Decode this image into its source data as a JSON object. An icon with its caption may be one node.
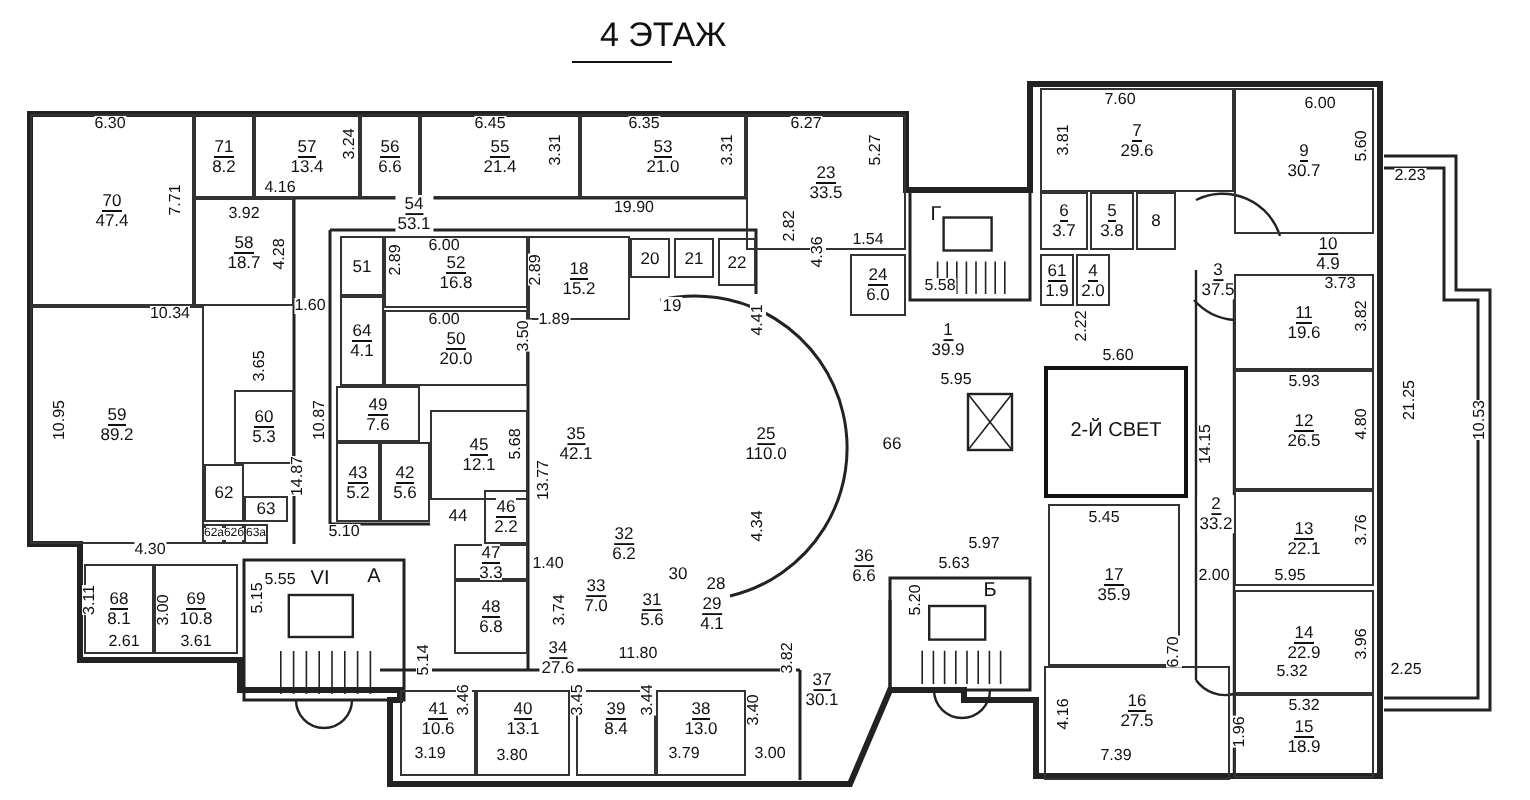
{
  "diagram": {
    "title": "4 ЭТАЖ",
    "nodes": [
      {
        "text": [
          "70",
          "47.4"
        ]
      },
      {
        "text": [
          "71",
          "8.2"
        ]
      },
      {
        "text": [
          "57",
          "13.4"
        ]
      },
      {
        "text": [
          "56",
          "6.6"
        ]
      },
      {
        "text": [
          "55",
          "21.4"
        ]
      },
      {
        "text": [
          "53",
          "21.0"
        ]
      },
      {
        "text": [
          "23",
          "33.5"
        ]
      },
      {
        "text": [
          "7",
          "29.6"
        ]
      },
      {
        "text": [
          "9",
          "30.7"
        ]
      },
      {
        "text": [
          "58",
          "18.7"
        ]
      },
      {
        "text": [
          "54",
          "53.1"
        ]
      },
      {
        "text": [
          "51"
        ]
      },
      {
        "text": [
          "52",
          "16.8"
        ]
      },
      {
        "text": [
          "18",
          "15.2"
        ]
      },
      {
        "text": [
          "20"
        ]
      },
      {
        "text": [
          "21"
        ]
      },
      {
        "text": [
          "22"
        ]
      },
      {
        "text": [
          "19"
        ]
      },
      {
        "text": [
          "24",
          "6.0"
        ]
      },
      {
        "text": [
          "6",
          "3.7"
        ]
      },
      {
        "text": [
          "5",
          "3.8"
        ]
      },
      {
        "text": [
          "8"
        ]
      },
      {
        "text": [
          "61",
          "1.9"
        ]
      },
      {
        "text": [
          "4",
          "2.0"
        ]
      },
      {
        "text": [
          "3",
          "37.5"
        ]
      },
      {
        "text": [
          "10",
          "4.9"
        ]
      },
      {
        "text": [
          "64",
          "4.1"
        ]
      },
      {
        "text": [
          "50",
          "20.0"
        ]
      },
      {
        "text": [
          "11",
          "19.6"
        ]
      },
      {
        "text": [
          "1",
          "39.9"
        ]
      },
      {
        "text": [
          "2-Й СВЕТ"
        ]
      },
      {
        "text": [
          "59",
          "89.2"
        ]
      },
      {
        "text": [
          "60",
          "5.3"
        ]
      },
      {
        "text": [
          "49",
          "7.6"
        ]
      },
      {
        "text": [
          "45",
          "12.1"
        ]
      },
      {
        "text": [
          "35",
          "42.1"
        ]
      },
      {
        "text": [
          "25",
          "110.0"
        ]
      },
      {
        "text": [
          "66"
        ]
      },
      {
        "text": [
          "12",
          "26.5"
        ]
      },
      {
        "text": [
          "43",
          "5.2"
        ]
      },
      {
        "text": [
          "42",
          "5.6"
        ]
      },
      {
        "text": [
          "62"
        ]
      },
      {
        "text": [
          "44"
        ]
      },
      {
        "text": [
          "46",
          "2.2"
        ]
      },
      {
        "text": [
          "2",
          "33.2"
        ]
      },
      {
        "text": [
          "63"
        ]
      },
      {
        "text": [
          "13",
          "22.1"
        ]
      },
      {
        "text": [
          "62а"
        ]
      },
      {
        "text": [
          "62б"
        ]
      },
      {
        "text": [
          "63а"
        ]
      },
      {
        "text": [
          "47",
          "3.3"
        ]
      },
      {
        "text": [
          "32",
          "6.2"
        ]
      },
      {
        "text": [
          "17",
          "35.9"
        ]
      },
      {
        "text": [
          "30"
        ]
      },
      {
        "text": [
          "28"
        ]
      },
      {
        "text": [
          "36",
          "6.6"
        ]
      },
      {
        "text": [
          "68",
          "8.1"
        ]
      },
      {
        "text": [
          "69",
          "10.8"
        ]
      },
      {
        "text": [
          "48",
          "6.8"
        ]
      },
      {
        "text": [
          "33",
          "7.0"
        ]
      },
      {
        "text": [
          "31",
          "5.6"
        ]
      },
      {
        "text": [
          "29",
          "4.1"
        ]
      },
      {
        "text": [
          "14",
          "22.9"
        ]
      },
      {
        "text": [
          "34",
          "27.6"
        ]
      },
      {
        "text": [
          "37",
          "30.1"
        ]
      },
      {
        "text": [
          "16",
          "27.5"
        ]
      },
      {
        "text": [
          "41",
          "10.6"
        ]
      },
      {
        "text": [
          "40",
          "13.1"
        ]
      },
      {
        "text": [
          "39",
          "8.4"
        ]
      },
      {
        "text": [
          "38",
          "13.0"
        ]
      },
      {
        "text": [
          "15",
          "18.9"
        ]
      }
    ],
    "labels": [
      "6.30",
      "6.45",
      "6.35",
      "6.27",
      "7.60",
      "6.00",
      "3.24",
      "3.31",
      "3.31",
      "5.27",
      "3.81",
      "5.60",
      "2.23",
      "7.71",
      "4.16",
      "3.92",
      "19.90",
      "4.28",
      "2.82",
      "1.54",
      "4.36",
      "Г",
      "6.00",
      "2.89",
      "2.89",
      "5.58",
      "3.73",
      "1.60",
      "10.34",
      "1.89",
      "6.00",
      "3.50",
      "4.41",
      "3.82",
      "2.22",
      "5.60",
      "5.93",
      "3.65",
      "5.95",
      "21.25",
      "10.53",
      "10.87",
      "10.95",
      "4.80",
      "14.15",
      "5.68",
      "13.77",
      "14.87",
      "5.45",
      "5.10",
      "5.97",
      "3.76",
      "4.30",
      "1.40",
      "5.63",
      "Б",
      "А",
      "5.55",
      "VI",
      "2.00",
      "5.95",
      "5.15",
      "3.11",
      "3.00",
      "5.20",
      "3.74",
      "4.34",
      "6.70",
      "5.32",
      "3.96",
      "2.25",
      "2.61",
      "3.61",
      "11.80",
      "3.82",
      "5.14",
      "5.32",
      "3.46",
      "3.45",
      "3.44",
      "3.40",
      "4.16",
      "1.96",
      "3.19",
      "3.80",
      "3.79",
      "3.00",
      "7.39"
    ]
  }
}
